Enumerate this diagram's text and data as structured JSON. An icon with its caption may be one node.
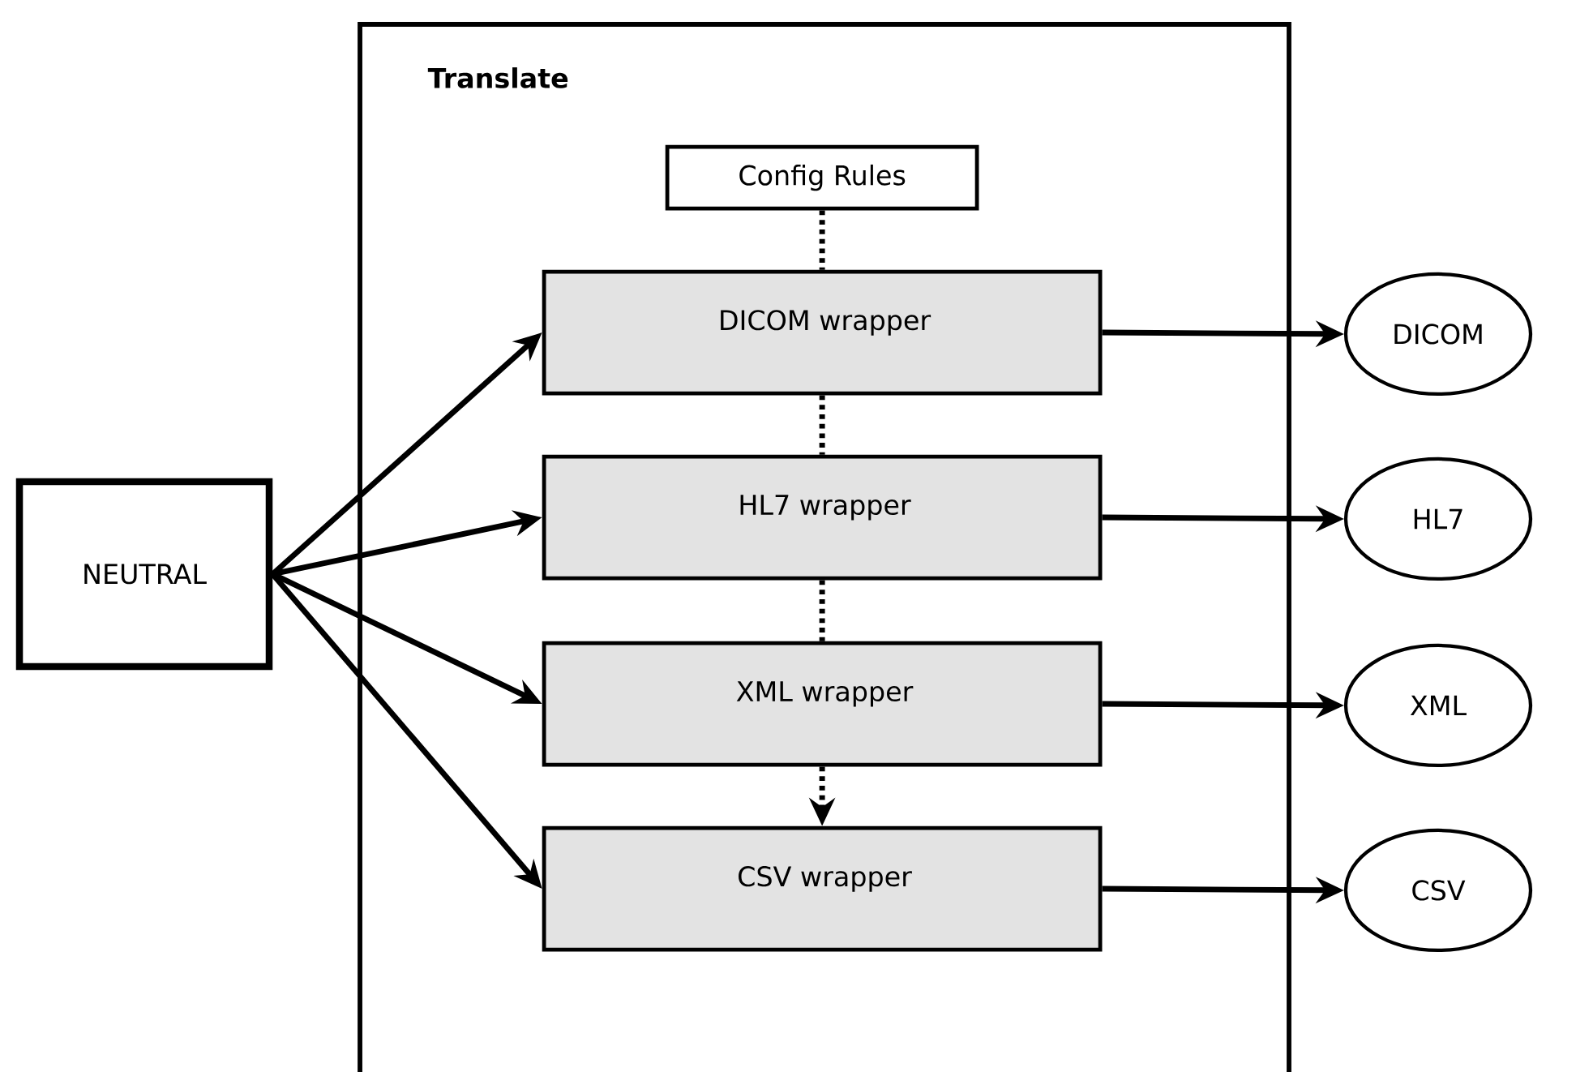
{
  "diagram": {
    "nodes": [
      {
        "text": [
          "Translate"
        ]
      },
      {
        "text": [
          "NEUTRAL"
        ]
      },
      {
        "text": [
          "Config Rules"
        ],
        "in": 0
      },
      {
        "text": [
          "DICOM wrapper"
        ],
        "in": 0
      },
      {
        "text": [
          "HL7 wrapper"
        ],
        "in": 0
      },
      {
        "text": [
          "XML wrapper"
        ],
        "in": 0
      },
      {
        "text": [
          "CSV wrapper"
        ],
        "in": 0
      },
      {
        "text": [
          "DICOM"
        ]
      },
      {
        "text": [
          "HL7"
        ]
      },
      {
        "text": [
          "XML"
        ]
      },
      {
        "text": [
          "CSV"
        ]
      }
    ],
    "edges": [
      {
        "from": 1,
        "to": 3,
        "arrow": "to"
      },
      {
        "from": 1,
        "to": 4,
        "arrow": "to"
      },
      {
        "from": 1,
        "to": 5,
        "arrow": "to"
      },
      {
        "from": 1,
        "to": 6,
        "arrow": "to"
      },
      {
        "from": 2,
        "to": 3,
        "arrow": "none",
        "style": "dashed"
      },
      {
        "from": 3,
        "to": 4,
        "arrow": "none",
        "style": "dashed"
      },
      {
        "from": 4,
        "to": 5,
        "arrow": "none",
        "style": "dashed"
      },
      {
        "from": 5,
        "to": 6,
        "arrow": "to",
        "style": "dashed"
      },
      {
        "from": 3,
        "to": 7,
        "arrow": "to"
      },
      {
        "from": 4,
        "to": 8,
        "arrow": "to"
      },
      {
        "from": 5,
        "to": 9,
        "arrow": "to"
      },
      {
        "from": 6,
        "to": 10,
        "arrow": "to"
      }
    ]
  }
}
